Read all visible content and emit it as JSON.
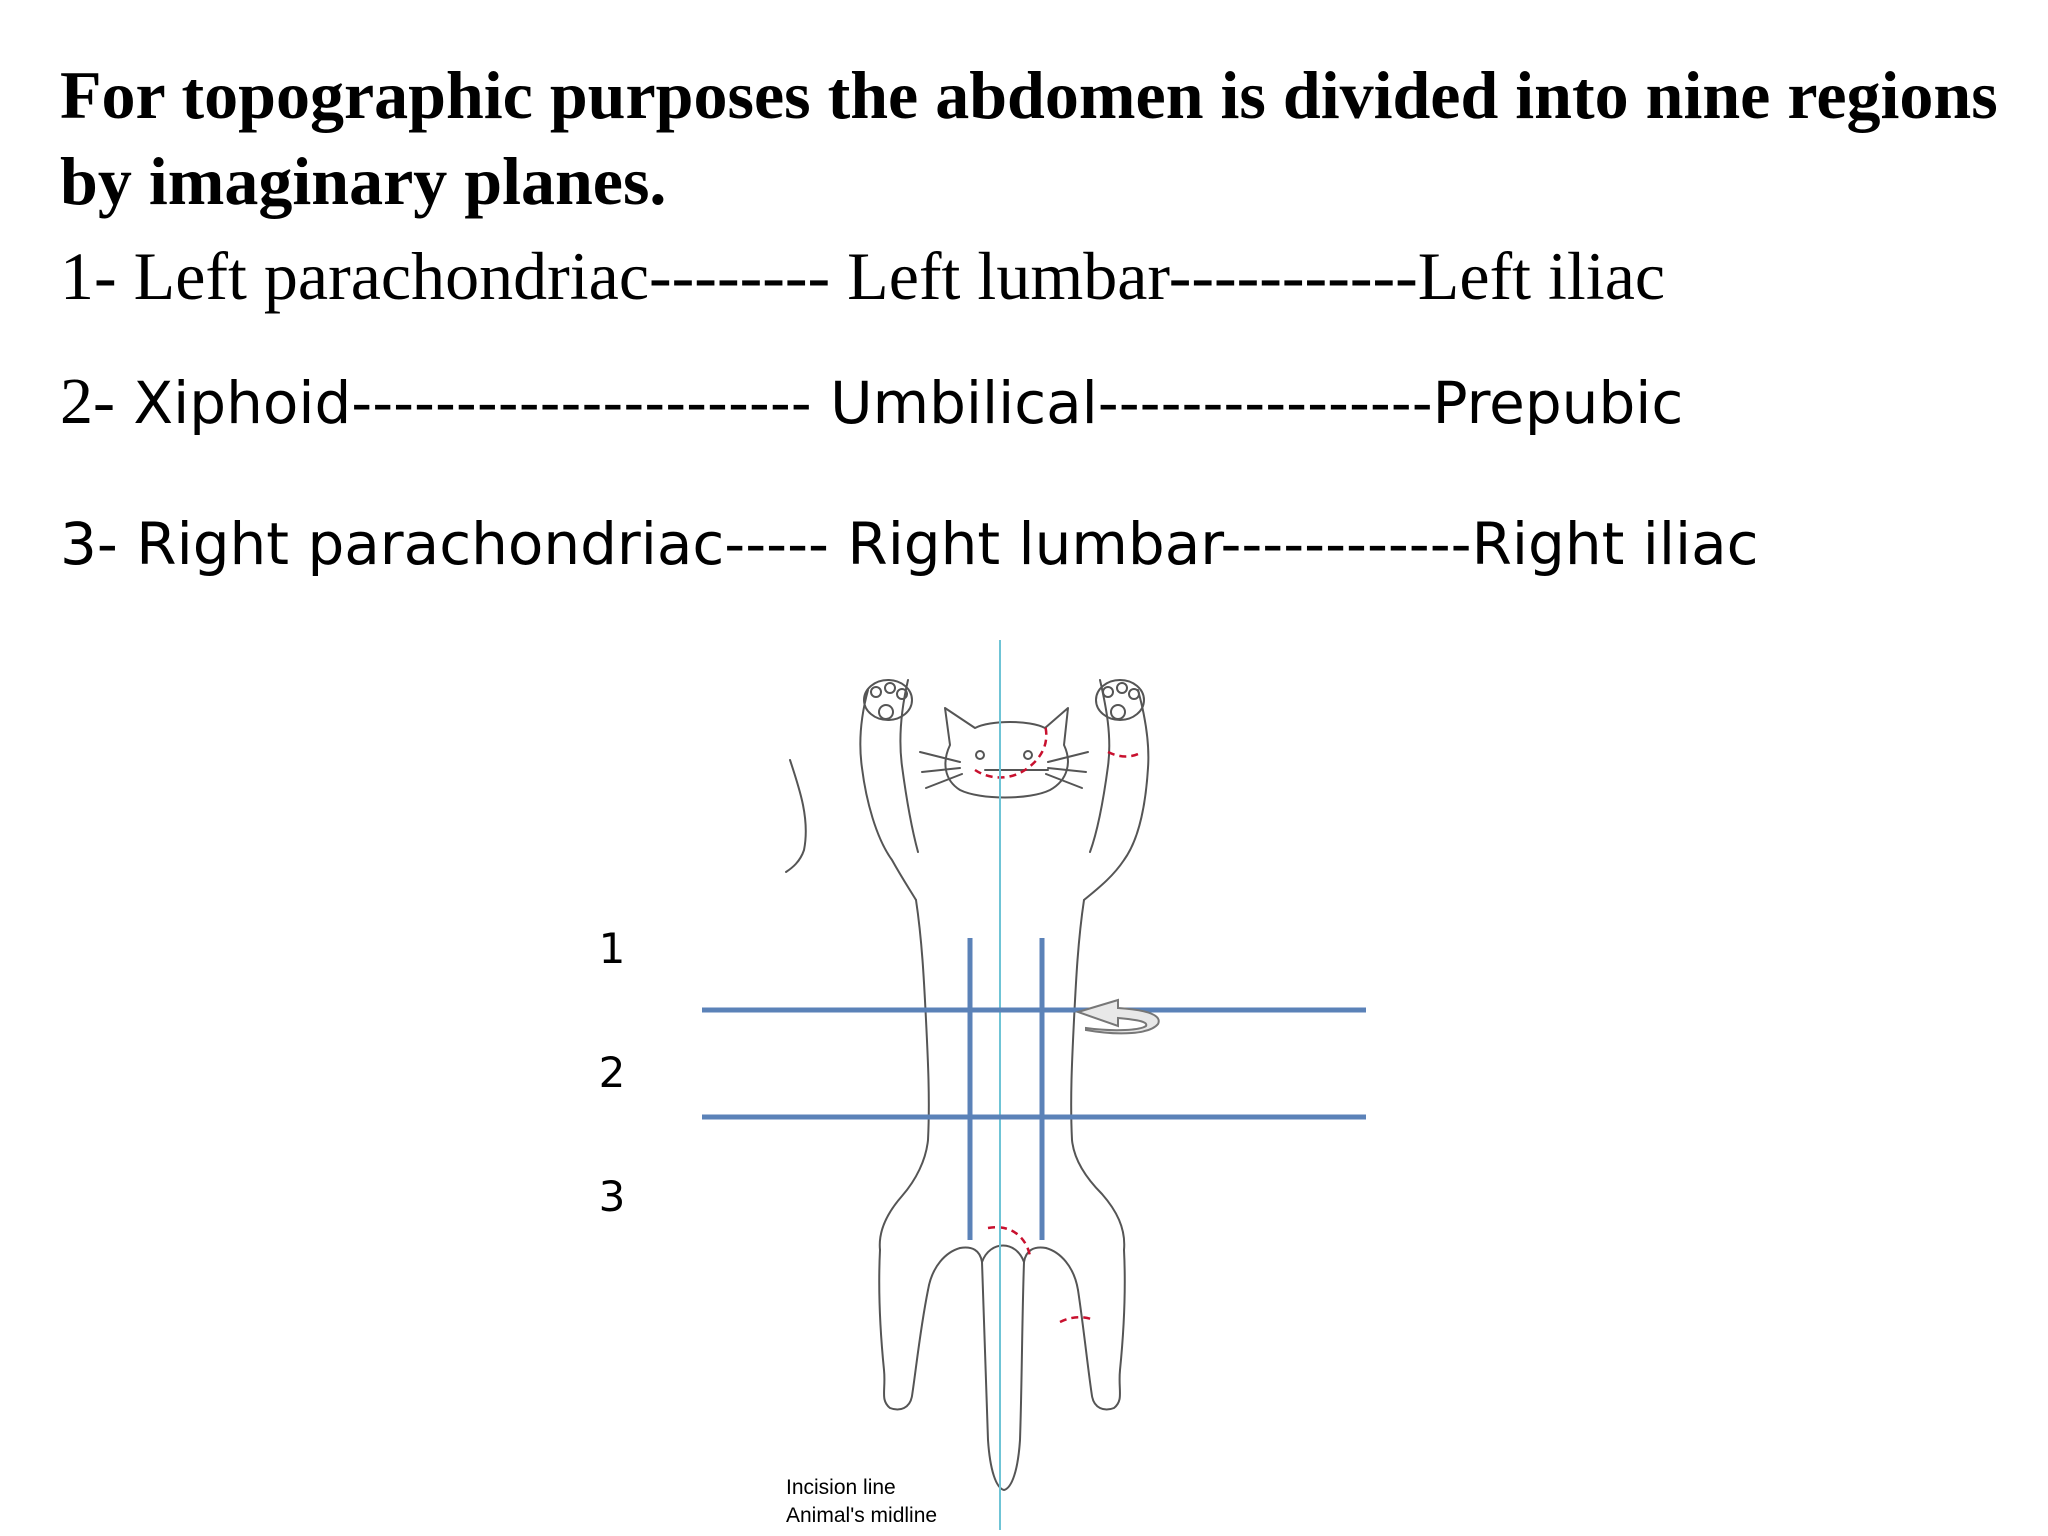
{
  "heading": "For topographic purposes the abdomen is divided into nine regions by imaginary planes.",
  "rows": [
    {
      "num": "1-",
      "a": "Left parachondriac",
      "dash1": "--------",
      "b": "Left lumbar",
      "dash2": "-----------",
      "c": "Left iliac"
    },
    {
      "num": "2-",
      "a": "Xiphoid",
      "dash1": "----------------------",
      "b": "Umbilical",
      "dash2": "----------------",
      "c": "Prepubic"
    },
    {
      "num": "3-",
      "a": "Right parachondriac",
      "dash1": "-----",
      "b": "Right lumbar",
      "dash2": "------------",
      "c": "Right iliac"
    }
  ],
  "diagram": {
    "region_labels": [
      "1",
      "2",
      "3"
    ],
    "notes": [
      "Incision line",
      "Animal's midline"
    ],
    "colors": {
      "plane": "#5b82b8",
      "midline": "#6fc4d6",
      "incision": "#c8102e",
      "outline": "#555555"
    }
  }
}
